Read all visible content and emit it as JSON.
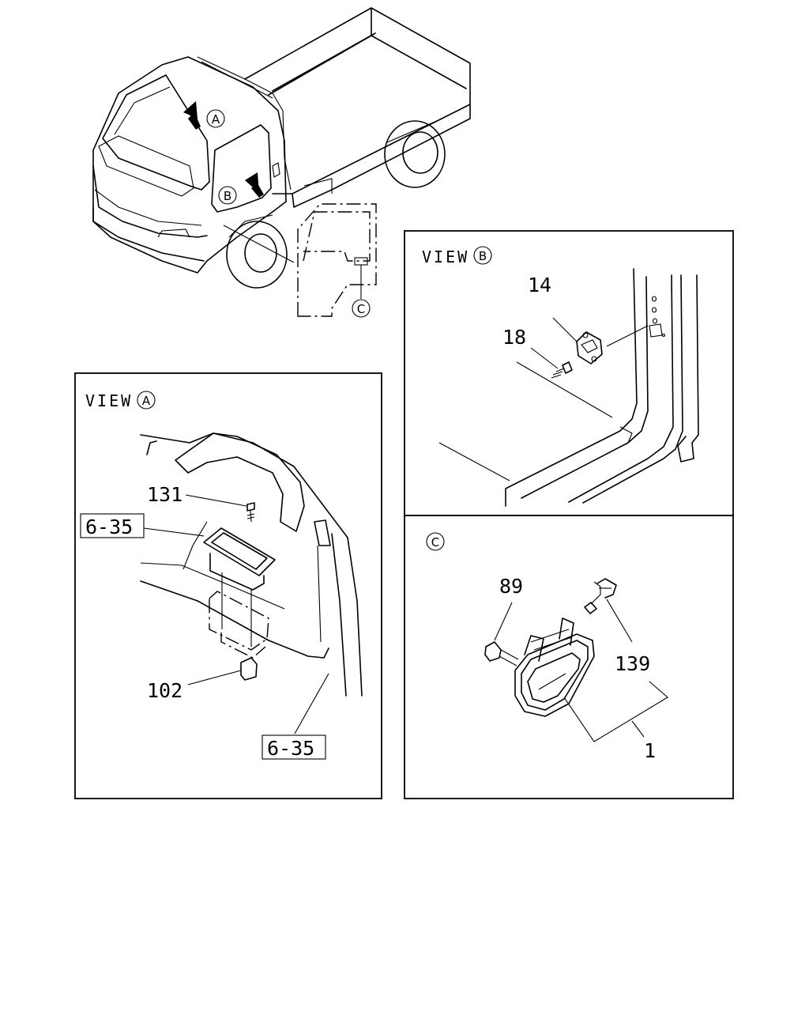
{
  "overview": {
    "callout_a": "A",
    "callout_b": "B",
    "callout_c": "C"
  },
  "view_a": {
    "title": "VIEW",
    "letter": "A",
    "parts": {
      "p131": "131",
      "p102": "102",
      "ref_top": "6-35",
      "ref_bottom": "6-35"
    }
  },
  "view_b": {
    "title": "VIEW",
    "letter": "B",
    "parts": {
      "p14": "14",
      "p18": "18"
    }
  },
  "view_c": {
    "letter": "C",
    "parts": {
      "p89": "89",
      "p139": "139",
      "p1": "1"
    }
  }
}
